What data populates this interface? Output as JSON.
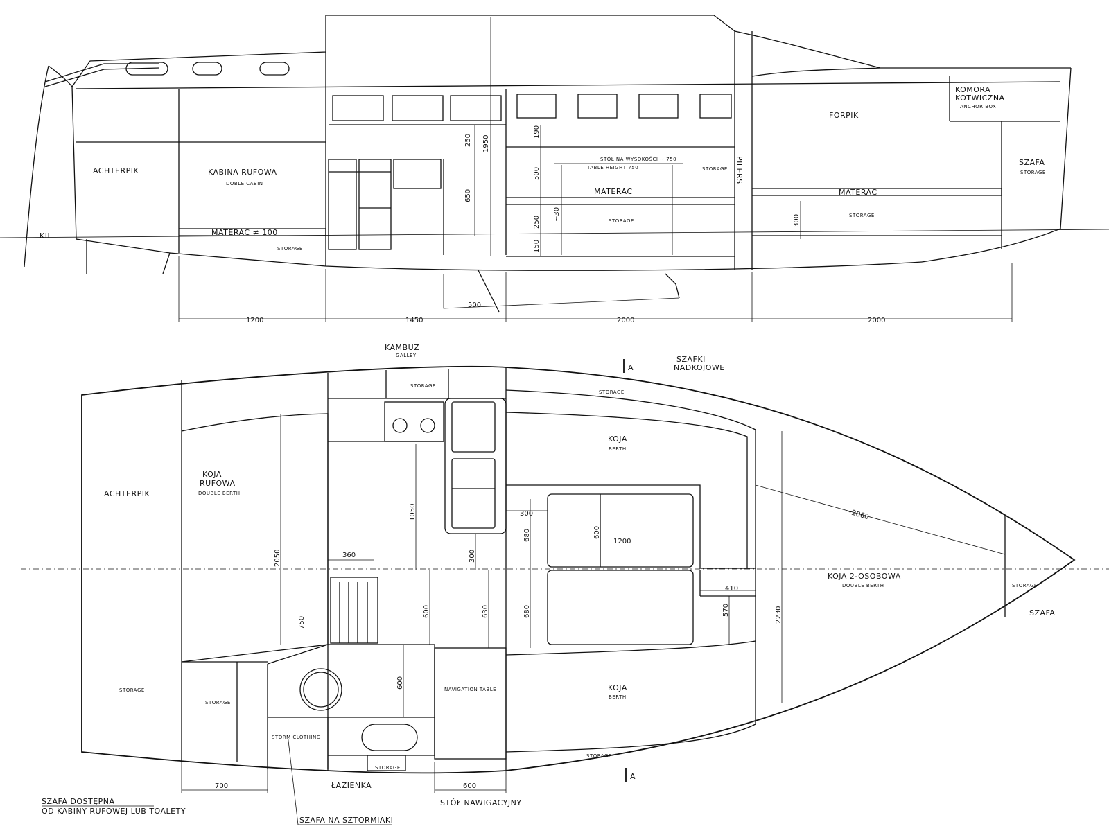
{
  "profile": {
    "labels": {
      "achterpik": "ACHTERPIK",
      "kabina_rufowa": "KABINA RUFOWA",
      "doble_cabin": "DOBLE CABIN",
      "materac_100": "MATERAC ≠ 100",
      "storage_aft": "STORAGE",
      "kil": "KIL",
      "stol": "STÓŁ NA WYSOKOŚCI ~ 750",
      "table_height": "TABLE HEIGHT 750",
      "storage_table": "STORAGE",
      "materac_mid": "MATERAC",
      "storage_under": "STORAGE",
      "pillers": "PILERS",
      "materac_fwd": "MATERAC",
      "storage_fwd": "STORAGE",
      "forpik": "FORPIK",
      "komora": "KOMORA",
      "kotwiczna": "KOTWICZNA",
      "anchor_box": "ANCHOR BOX",
      "szafa": "SZAFA",
      "storage_szafa": "STORAGE"
    },
    "dims": {
      "d250a": "250",
      "d1950": "1950",
      "d650": "650",
      "d190": "190",
      "d500": "500",
      "d250b": "250",
      "d30": "~30",
      "d150": "150",
      "d300": "300",
      "d500keel": "500"
    },
    "bottom_dims": [
      "1200",
      "1450",
      "2000",
      "2000"
    ]
  },
  "plan": {
    "labels": {
      "kambuz": "KAMBUZ",
      "galley": "GALLEY",
      "storage_galley": "STORAGE",
      "section_a_top": "A",
      "szafki": "SZAFKI",
      "nadkojowe": "NADKOJOWE",
      "storage_top": "STORAGE",
      "achterpik": "ACHTERPIK",
      "koja_rufowa_1": "KOJA",
      "koja_rufowa_2": "RUFOWA",
      "double_berth_aft": "DOUBLE BERTH",
      "koja_top": "KOJA",
      "berth_top": "BERTH",
      "koja_bottom": "KOJA",
      "berth_bottom": "BERTH",
      "koja_2": "KOJA 2-OSOBOWA",
      "double_berth_fwd": "DOUBLE BERTH",
      "storage_bow": "STORAGE",
      "szafa_bow": "SZAFA",
      "storage_aft1": "STORAGE",
      "storage_aft2": "STORAGE",
      "storm_clothing": "STORM CLOTHING",
      "storage_head": "STORAGE",
      "navigation_table": "NAVIGATION TABLE",
      "storage_bottom": "STORAGE",
      "section_a_bottom": "A",
      "lazienka": "ŁAZIENKA",
      "stol_naw": "STÓŁ NAWIGACYJNY",
      "szafa_dost_1": "SZAFA DOSTĘPNA",
      "szafa_dost_2": "OD KABINY RUFOWEJ LUB TOALETY",
      "szafa_sztorm": "SZAFA NA SZTORMIAKI"
    },
    "dims": {
      "d1050": "1050",
      "d2050": "2050",
      "d360": "360",
      "d300": "300",
      "d300b": "300",
      "d680a": "680",
      "d600": "600",
      "d1200": "1200",
      "d2060": "~2060",
      "d750": "750",
      "d600b": "600",
      "d630": "630",
      "d680b": "680",
      "d410": "410",
      "d570": "570",
      "d2230": "2230",
      "d600c": "600",
      "d700": "700",
      "d600d": "600"
    }
  }
}
